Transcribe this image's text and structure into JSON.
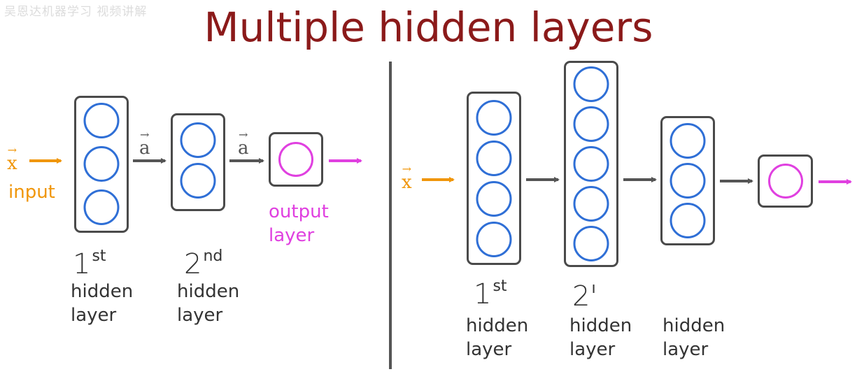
{
  "watermark": "吴恩达机器学习 视频讲解",
  "title": "Multiple hidden layers",
  "colors": {
    "title": "#8b1a1a",
    "input": "#f0960a",
    "neuron": "#2f6fd6",
    "output": "#e040e0",
    "frame": "#4a4a4a",
    "arrow": "#555555"
  },
  "left": {
    "input_symbol": "x",
    "input_label": "input",
    "activation_symbol": "a",
    "output_label_line1": "output",
    "output_label_line2": "layer",
    "layer1": {
      "ordinal": "1",
      "suffix": "st",
      "line1": "hidden",
      "line2": "layer",
      "neurons": 3
    },
    "layer2": {
      "ordinal": "2",
      "suffix": "nd",
      "line1": "hidden",
      "line2": "layer",
      "neurons": 2
    },
    "output_neurons": 1
  },
  "right": {
    "input_symbol": "x",
    "layer1": {
      "ordinal": "1",
      "suffix": "st",
      "line1": "hidden",
      "line2": "layer",
      "neurons": 4
    },
    "layer2": {
      "ordinal": "2",
      "suffix": "ı",
      "line1": "hidden",
      "line2": "layer",
      "neurons": 5
    },
    "layer3": {
      "line1": "hidden",
      "line2": "layer",
      "neurons": 3
    },
    "output_neurons": 1
  }
}
